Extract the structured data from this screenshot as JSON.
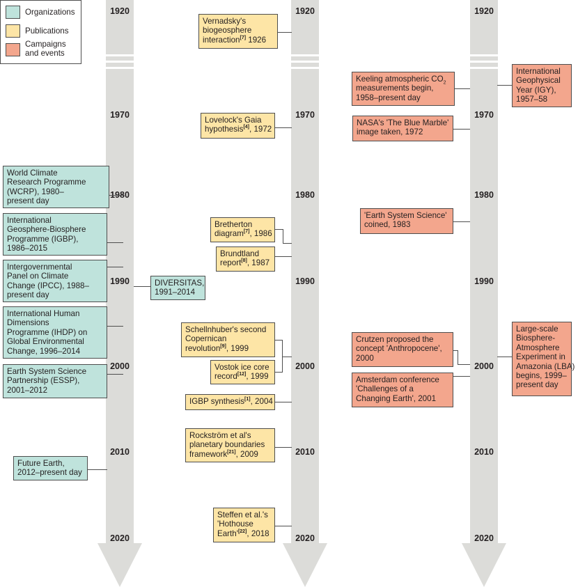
{
  "legend": {
    "organizations": "Organizations",
    "publications": "Publications",
    "campaigns_line1": "Campaigns",
    "campaigns_line2": "and events"
  },
  "years": [
    "1920",
    "1970",
    "1980",
    "1990",
    "2000",
    "2010",
    "2020"
  ],
  "organizations": {
    "wcrp": [
      "World Climate",
      "Research Programme",
      "(WCRP), 1980–",
      "present day"
    ],
    "igbp": [
      "International",
      "Geosphere-Biosphere",
      "Programme (IGBP),",
      "1986–2015"
    ],
    "ipcc": [
      "Intergovernmental",
      "Panel on Climate",
      "Change (IPCC), 1988–",
      "present day"
    ],
    "ihdp": [
      "International Human",
      "Dimensions",
      "Programme (IHDP) on",
      "Global Environmental",
      "Change, 1996–2014"
    ],
    "essp": [
      "Earth System Science",
      "Partnership (ESSP),",
      "2001–2012"
    ],
    "future_earth": [
      "Future Earth,",
      "2012–present day"
    ],
    "diversitas": [
      "DIVERSITAS,",
      "1991–2014"
    ]
  },
  "publications": {
    "vernadsky": {
      "l1": "Vernadsky's",
      "l2": "biogeosphere",
      "l3": "interaction",
      "ref": "[7]",
      "tail": " 1926"
    },
    "lovelock": {
      "l1": "Lovelock's Gaia",
      "l2": "hypothesis",
      "ref": "[4]",
      "tail": ", 1972"
    },
    "bretherton": {
      "l1": "Bretherton",
      "l2": "diagram",
      "ref": "[7]",
      "tail": ", 1986"
    },
    "brundtland": {
      "l1": "Brundtland",
      "l2": "report",
      "ref": "[8]",
      "tail": ", 1987"
    },
    "schellnhuber": {
      "l1": "Schellnhuber's second",
      "l2": "Copernican",
      "l3": "revolution",
      "ref": "[9]",
      "tail": ", 1999"
    },
    "vostok": {
      "l1": "Vostok ice core",
      "l2": "record",
      "ref": "[12]",
      "tail": ", 1999"
    },
    "igbp_synthesis": {
      "l1": "IGBP synthesis",
      "ref": "[1]",
      "tail": ", 2004"
    },
    "rockstrom": {
      "l1": "Rockström et al's",
      "l2": "planetary boundaries",
      "l3": "framework",
      "ref": "[21]",
      "tail": ", 2009"
    },
    "steffen": {
      "l1": "Steffen et al.'s",
      "l2": "'Hothouse",
      "l3": "Earth'",
      "ref": "[22]",
      "tail": ", 2018"
    }
  },
  "campaigns": {
    "keeling": {
      "l1a": "Keeling atmospheric CO",
      "l1sub": "2",
      "l2": "measurements begin,",
      "l3": "1958–present day"
    },
    "igy": [
      "International",
      "Geophysical",
      "Year (IGY),",
      "1957–58"
    ],
    "blue_marble": [
      "NASA's 'The Blue Marble'",
      "image taken, 1972"
    ],
    "ess_coined": [
      "'Earth System Science'",
      "coined, 1983"
    ],
    "crutzen": [
      "Crutzen proposed the",
      "concept 'Anthropocene',",
      "2000"
    ],
    "amsterdam": [
      "Amsterdam conference",
      "'Challenges of a",
      "Changing Earth', 2001"
    ],
    "lba": [
      "Large-scale",
      "Biosphere-",
      "Atmosphere",
      "Experiment in",
      "Amazonia (LBA)",
      "begins, 1999–",
      "present day"
    ]
  },
  "colors": {
    "organizations": "#bfe3dc",
    "publications": "#fde5a6",
    "campaigns": "#f3a68d",
    "timeline": "#dcdcd9"
  }
}
